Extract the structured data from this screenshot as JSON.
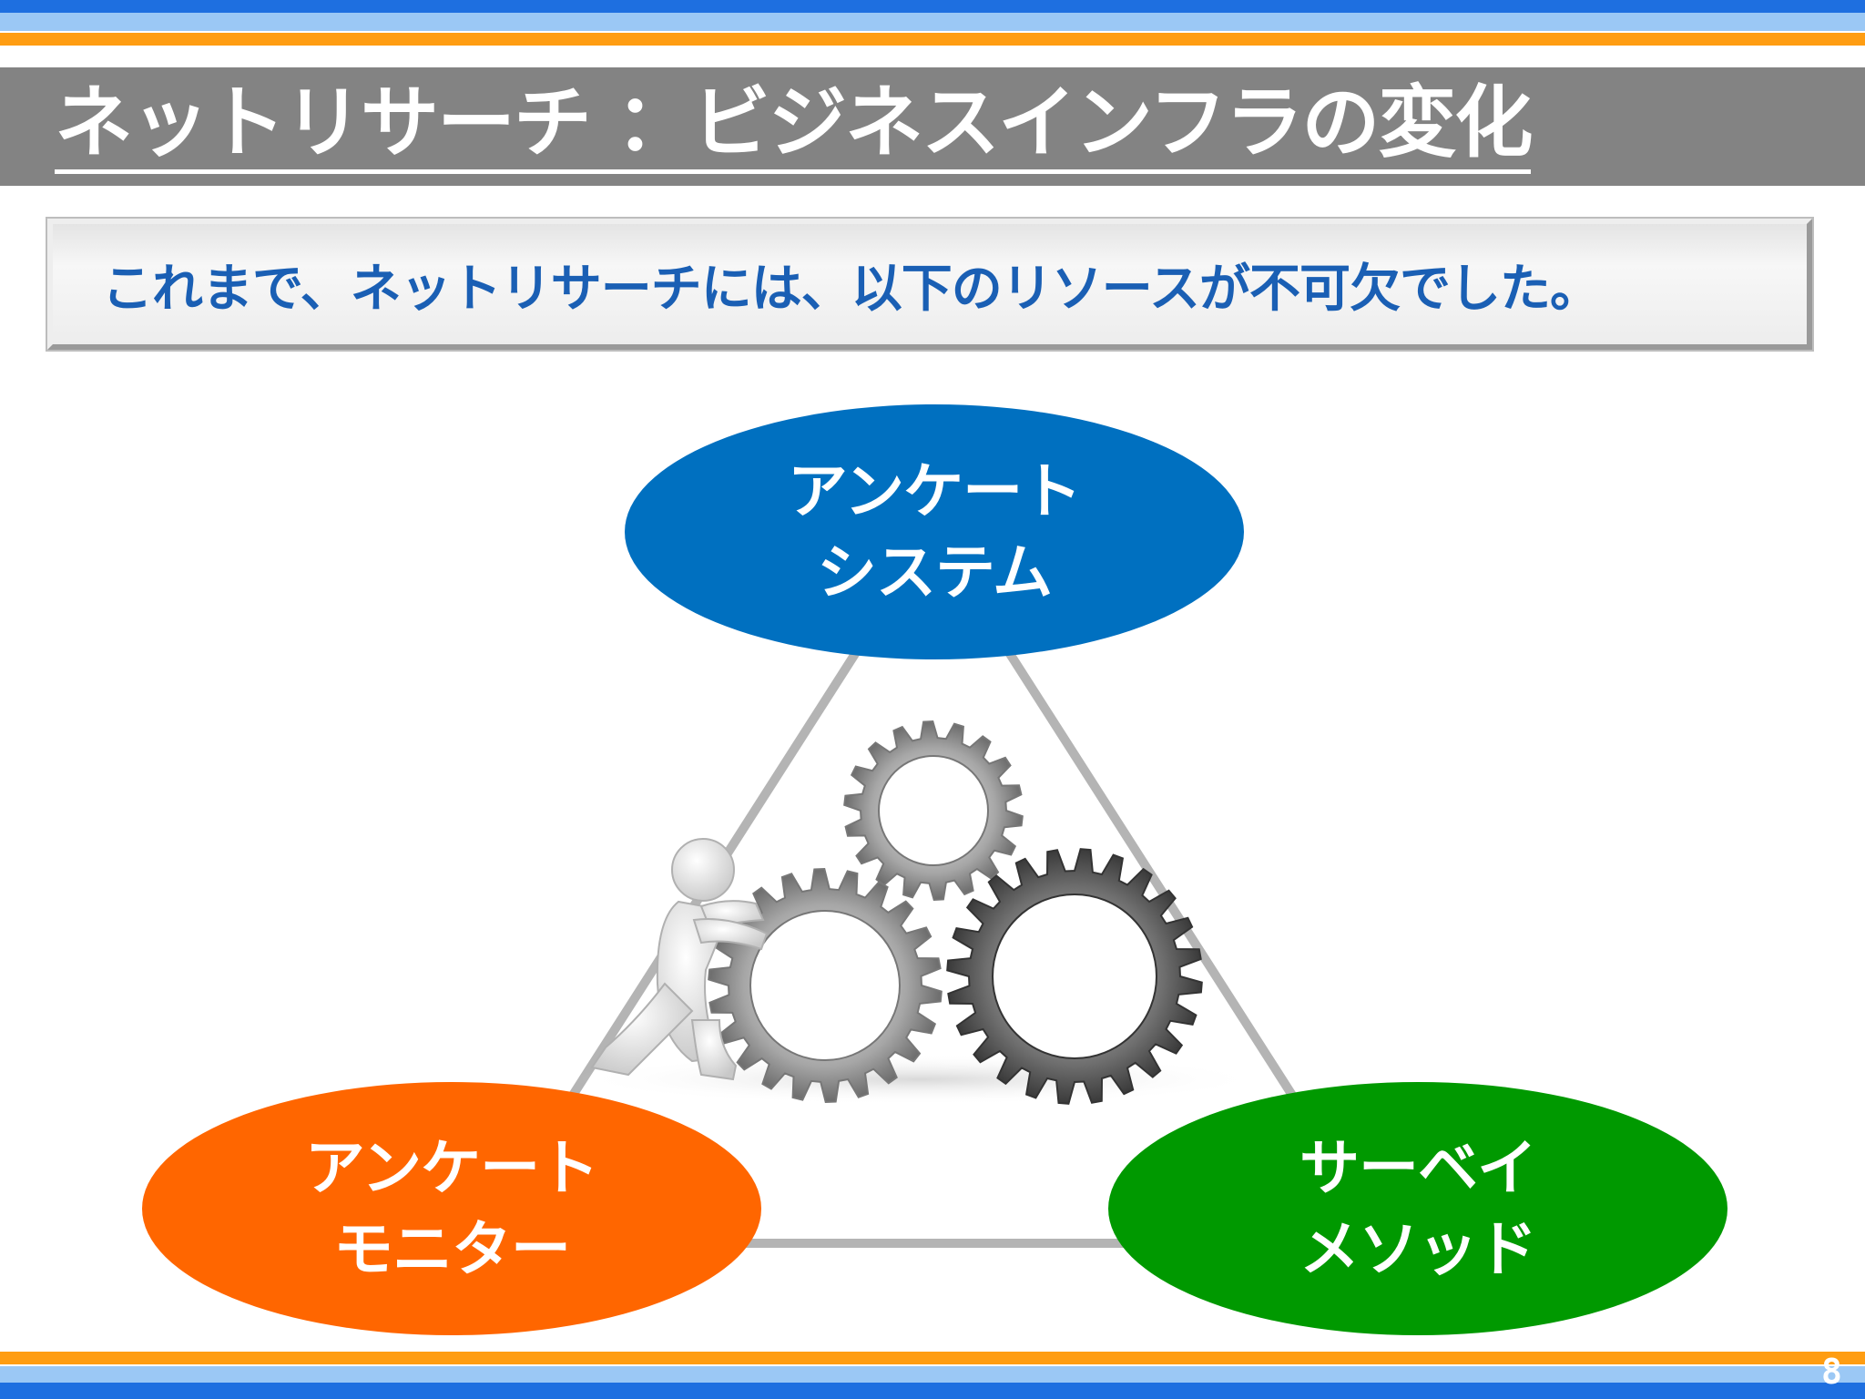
{
  "slide": {
    "title": "ネットリサーチ ：ビジネスインフラの変化",
    "intro": "これまで、ネットリサーチには、以下のリソースが不可欠でした。",
    "page_number": "8"
  },
  "resources": [
    {
      "line1": "アンケート",
      "line2": "システム",
      "color": "#0070c0"
    },
    {
      "line1": "アンケート",
      "line2": "モニター",
      "color": "#ff6600"
    },
    {
      "line1": "サーベイ",
      "line2": "メソッド",
      "color": "#009900"
    }
  ],
  "colors": {
    "band_blue": "#1e6fe0",
    "band_light_blue": "#9bc8f5",
    "band_orange": "#ff9d12",
    "title_bar": "#838383",
    "intro_text": "#1a5fb4",
    "triangle": "#b4b4b4"
  },
  "illustration": {
    "icon": "person-pushing-gears-icon"
  }
}
